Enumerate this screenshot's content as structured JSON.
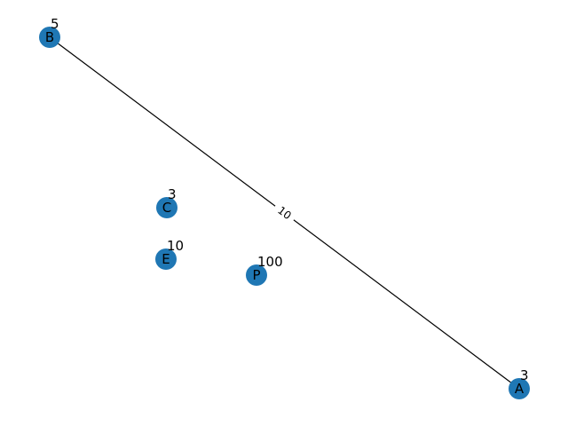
{
  "graph": {
    "node_color": "#1f77b4",
    "edge_color": "#000000",
    "nodes": [
      {
        "id": "B",
        "label": "B",
        "weight": "5"
      },
      {
        "id": "C",
        "label": "C",
        "weight": "3"
      },
      {
        "id": "E",
        "label": "E",
        "weight": "10"
      },
      {
        "id": "P",
        "label": "P",
        "weight": "100"
      },
      {
        "id": "A",
        "label": "A",
        "weight": "3"
      }
    ],
    "edges": [
      {
        "source": "B",
        "target": "A",
        "label": "10"
      }
    ]
  }
}
